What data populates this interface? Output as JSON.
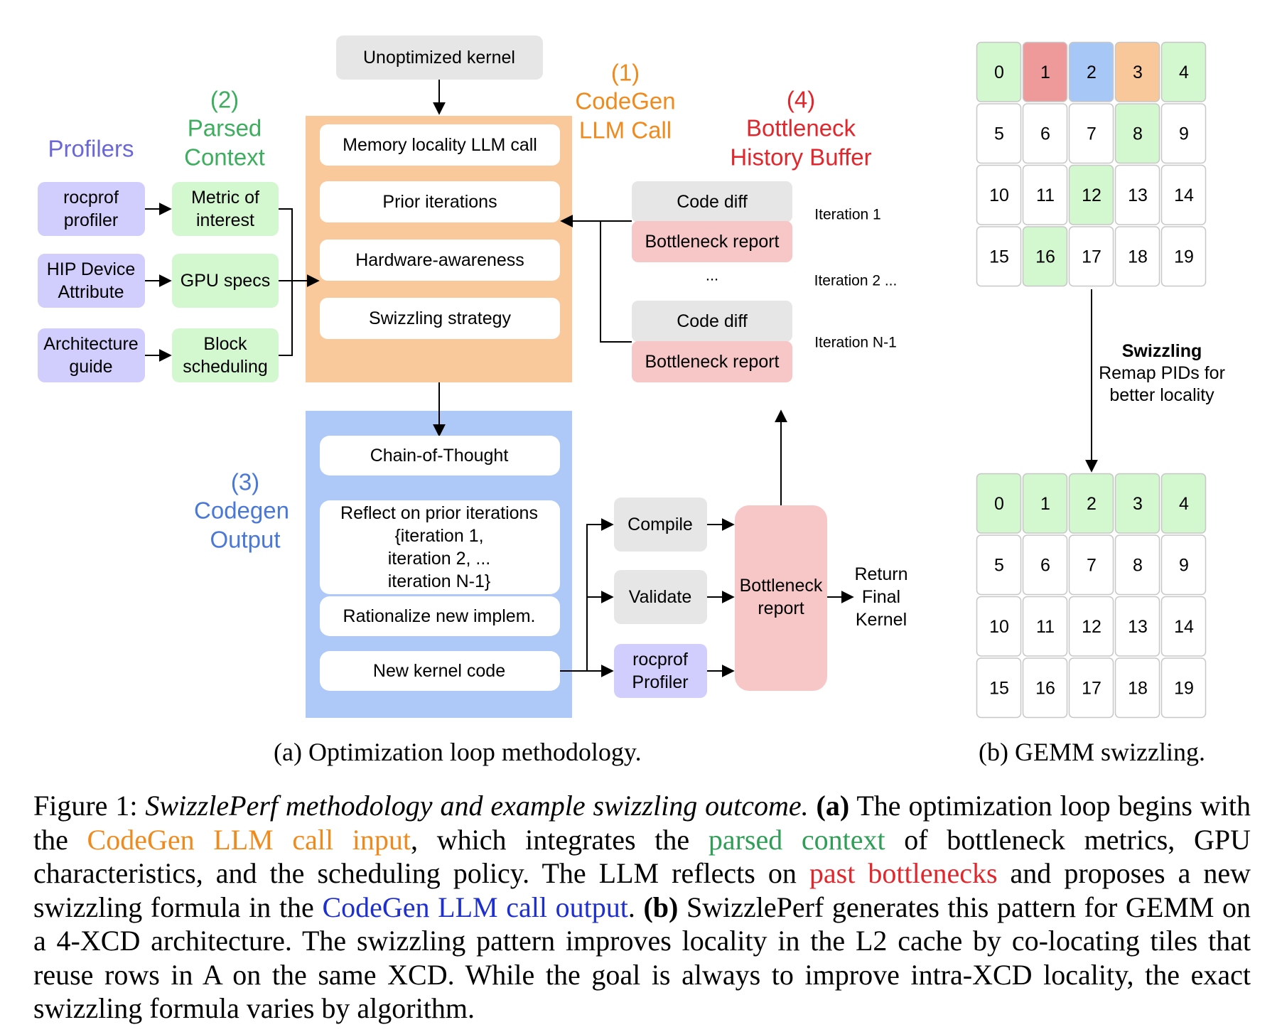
{
  "labels": {
    "unoptimized_kernel": "Unoptimized kernel",
    "codegen_number": "(1)",
    "codegen_title_1": "CodeGen",
    "codegen_title_2": "LLM Call",
    "parsed_number": "(2)",
    "parsed_title_1": "Parsed",
    "parsed_title_2": "Context",
    "profilers_title": "Profilers",
    "output_number": "(3)",
    "output_title_1": "Codegen",
    "output_title_2": "Output",
    "buffer_number": "(4)",
    "buffer_title_1": "Bottleneck",
    "buffer_title_2": "History Buffer",
    "swizzling_title": "Swizzling",
    "swizzling_sub_1": "Remap PIDs for",
    "swizzling_sub_2": "better locality"
  },
  "profilers": [
    [
      "rocprof",
      "profiler"
    ],
    [
      "HIP Device",
      "Attribute"
    ],
    [
      "Architecture",
      "guide"
    ]
  ],
  "parsed": [
    [
      "Metric of",
      "interest"
    ],
    [
      "GPU specs"
    ],
    [
      "Block",
      "scheduling"
    ]
  ],
  "llm_call_items": [
    "Memory locality LLM call",
    "Prior iterations",
    "Hardware-awareness",
    "Swizzling strategy"
  ],
  "output_items": [
    [
      "Chain-of-Thought"
    ],
    [
      "Reflect on prior iterations",
      "{iteration 1,",
      "iteration 2, ...",
      "iteration N-1}"
    ],
    [
      "Rationalize new implem."
    ],
    [
      "New kernel code"
    ]
  ],
  "history": {
    "code_diff": "Code diff",
    "bottleneck_report": "Bottleneck report",
    "ellipsis": "...",
    "iterations": [
      "Iteration 1",
      "Iteration 2 ...",
      "Iteration N-1"
    ]
  },
  "steps": [
    [
      "Compile"
    ],
    [
      "Validate"
    ],
    [
      "rocprof",
      "Profiler"
    ]
  ],
  "bottleneck_box": [
    "Bottleneck",
    "report"
  ],
  "return_label": [
    "Return",
    "Final",
    "Kernel"
  ],
  "grid_top": {
    "values": [
      0,
      1,
      2,
      3,
      4,
      5,
      6,
      7,
      8,
      9,
      10,
      11,
      12,
      13,
      14,
      15,
      16,
      17,
      18,
      19
    ],
    "colors": [
      "green",
      "red",
      "blue",
      "orange",
      "green",
      "white",
      "white",
      "white",
      "green",
      "white",
      "white",
      "white",
      "green",
      "white",
      "white",
      "white",
      "green",
      "white",
      "white",
      "white"
    ]
  },
  "grid_bottom": {
    "values": [
      0,
      1,
      2,
      3,
      4,
      5,
      6,
      7,
      8,
      9,
      10,
      11,
      12,
      13,
      14,
      15,
      16,
      17,
      18,
      19
    ],
    "colors": [
      "green",
      "green",
      "green",
      "green",
      "green",
      "white",
      "white",
      "white",
      "white",
      "white",
      "white",
      "white",
      "white",
      "white",
      "white",
      "white",
      "white",
      "white",
      "white",
      "white"
    ]
  },
  "colors": {
    "orange_panel": "#f9c99b",
    "blue_panel": "#aec9f8",
    "purple": "#d1cdfc",
    "green": "#d3f7ce",
    "gray": "#e6e6e6",
    "pink": "#f7c6c6",
    "red_cell": "#ee9a9a",
    "blue_cell": "#a7c8f6",
    "orange_cell": "#f8c89a",
    "title_orange": "#f08a1c",
    "title_green": "#3dae5d",
    "title_purple": "#6a68d6",
    "title_blue": "#4a78d8",
    "title_red": "#e3262c"
  },
  "subcaptions": {
    "a": "(a) Optimization loop methodology.",
    "b": "(b) GEMM swizzling."
  },
  "caption": {
    "prefix": "Figure 1: ",
    "title": "SwizzlePerf methodology and example swizzling outcome.",
    "a_marker": "(a)",
    "p1": " The optimization loop begins with the ",
    "h1": "CodeGen LLM call input",
    "p2": ", which integrates the ",
    "h2": "parsed context",
    "p3": " of bottleneck metrics, GPU characteristics, and the scheduling policy. The LLM reflects on ",
    "h3": "past bottlenecks",
    "p4": " and proposes a new swizzling formula in the ",
    "h4": "CodeGen LLM call output",
    "p5": ". ",
    "b_marker": "(b)",
    "p6": " SwizzlePerf generates this pattern for GEMM on a 4-XCD architecture. The swizzling pattern improves locality in the L2 cache by co-locating tiles that reuse rows in A on the same XCD. While the goal is always to improve intra-XCD locality, the exact swizzling formula varies by algorithm."
  }
}
